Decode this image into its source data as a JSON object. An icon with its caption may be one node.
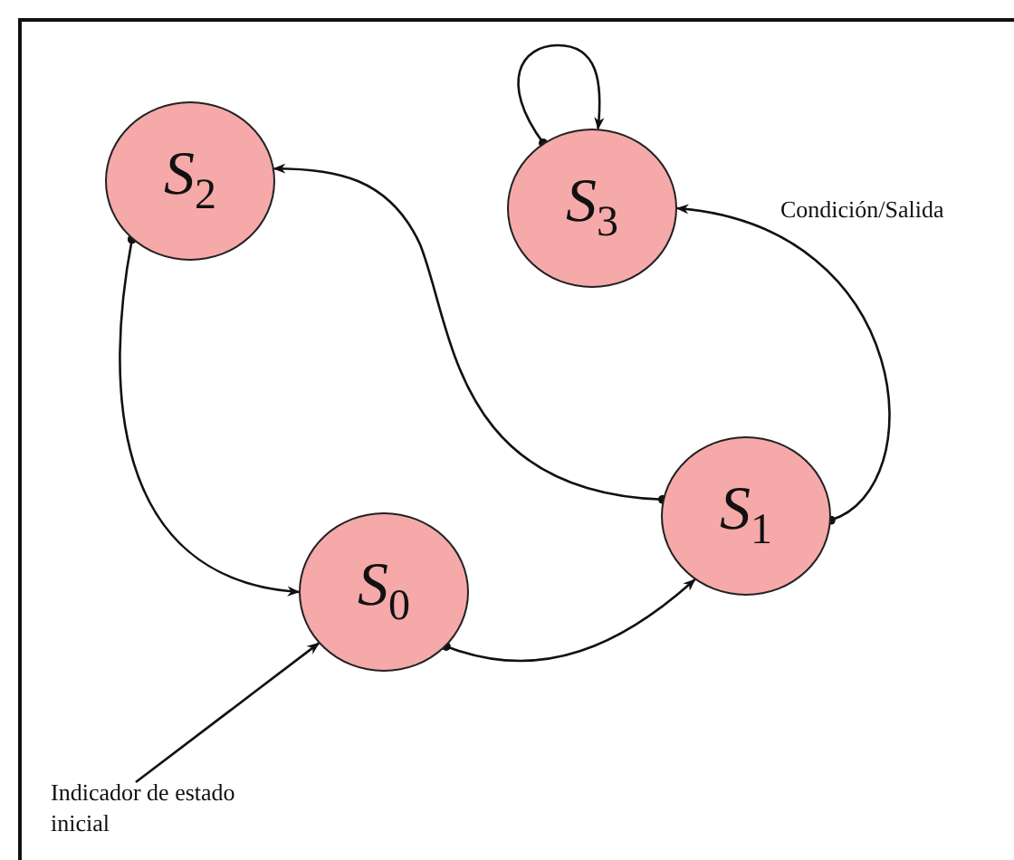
{
  "diagram": {
    "nodes": [
      {
        "text": [
          "S$_{2}$"
        ]
      },
      {
        "text": [
          "S$_{3}$"
        ]
      },
      {
        "text": [
          "S$_{1}$"
        ]
      },
      {
        "text": [
          "S$_{0}$"
        ]
      },
      {
        "text": [
          "Indicador de estado inicial"
        ]
      }
    ],
    "edges": [
      {
        "from": 0,
        "to": 3,
        "arrow": "to"
      },
      {
        "from": 3,
        "to": 2,
        "arrow": "to"
      },
      {
        "from": 2,
        "to": 0,
        "arrow": "to"
      },
      {
        "from": 2,
        "to": 1,
        "arrow": "to",
        "label": "Condición/Salida"
      },
      {
        "from": 1,
        "to": 1,
        "arrow": "to"
      },
      {
        "from": 4,
        "to": 3,
        "arrow": "to"
      }
    ]
  }
}
